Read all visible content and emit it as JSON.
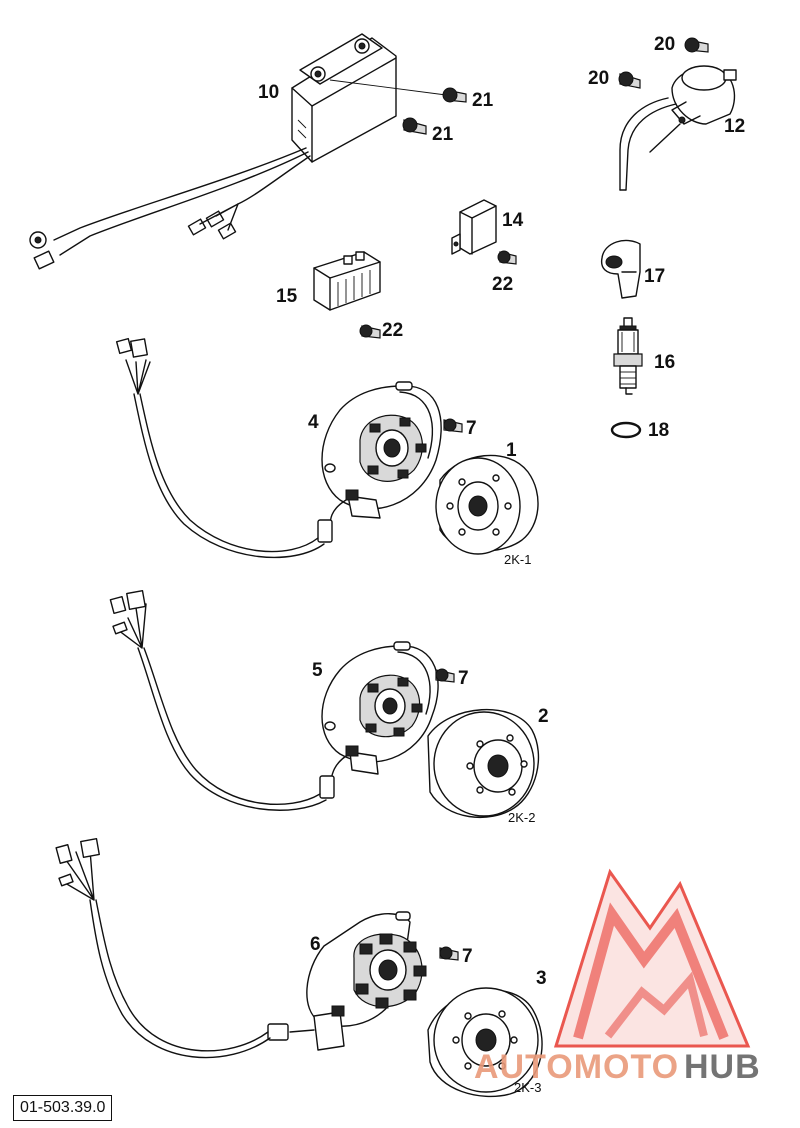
{
  "callouts": {
    "c10": "10",
    "c21a": "21",
    "c21b": "21",
    "c20a": "20",
    "c20b": "20",
    "c12": "12",
    "c14": "14",
    "c22a": "22",
    "c17": "17",
    "c15": "15",
    "c22b": "22",
    "c16": "16",
    "c18": "18",
    "c4": "4",
    "c7a": "7",
    "c1": "1",
    "c5": "5",
    "c7b": "7",
    "c2": "2",
    "c6": "6",
    "c7c": "7",
    "c3": "3"
  },
  "variants": {
    "v1": "2K-1",
    "v2": "2K-2",
    "v3": "2K-3"
  },
  "reference_number": "01-503.39.0",
  "watermark": {
    "text_left": "AUTOMOTO",
    "text_right": "HUB",
    "colors": {
      "triangle": "#e8453c",
      "text_left": "#e99a7a",
      "text_right": "#666666"
    }
  }
}
